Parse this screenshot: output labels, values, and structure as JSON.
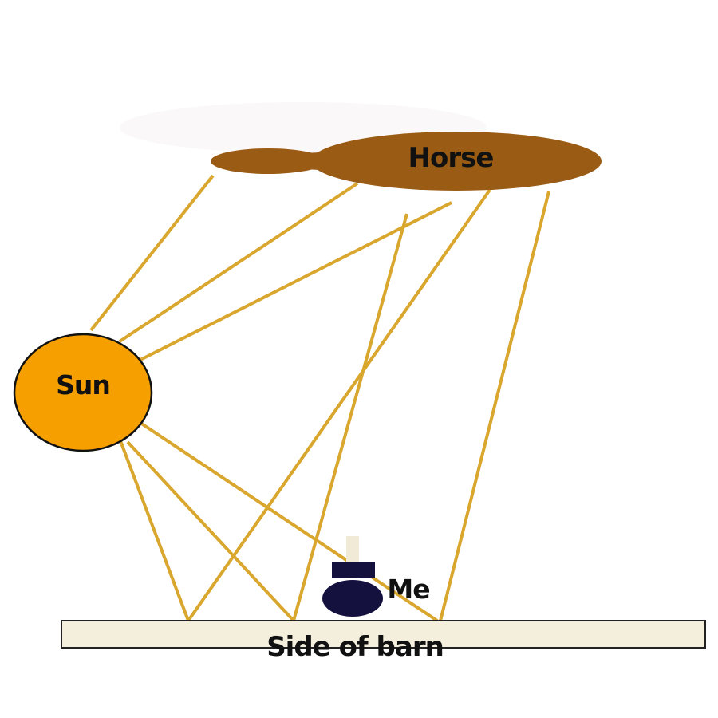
{
  "diagram": {
    "labels": {
      "horse": "Horse",
      "sun": "Sun",
      "me": "Me",
      "barn": "Side of barn"
    },
    "colors": {
      "background": "#ffffff",
      "horse": "#9a5c14",
      "sun_fill": "#f5a000",
      "sun_stroke": "#111111",
      "rays": "#d9a62e",
      "me_body": "#14113f",
      "me_head": "#f1ead6",
      "barn_fill": "#f4eedd",
      "barn_stroke": "#222222",
      "label_text": "#111111"
    },
    "icons": {
      "horse": "horse-shape",
      "sun": "sun-circle",
      "me": "person-figure",
      "barn": "barn-wall"
    }
  }
}
